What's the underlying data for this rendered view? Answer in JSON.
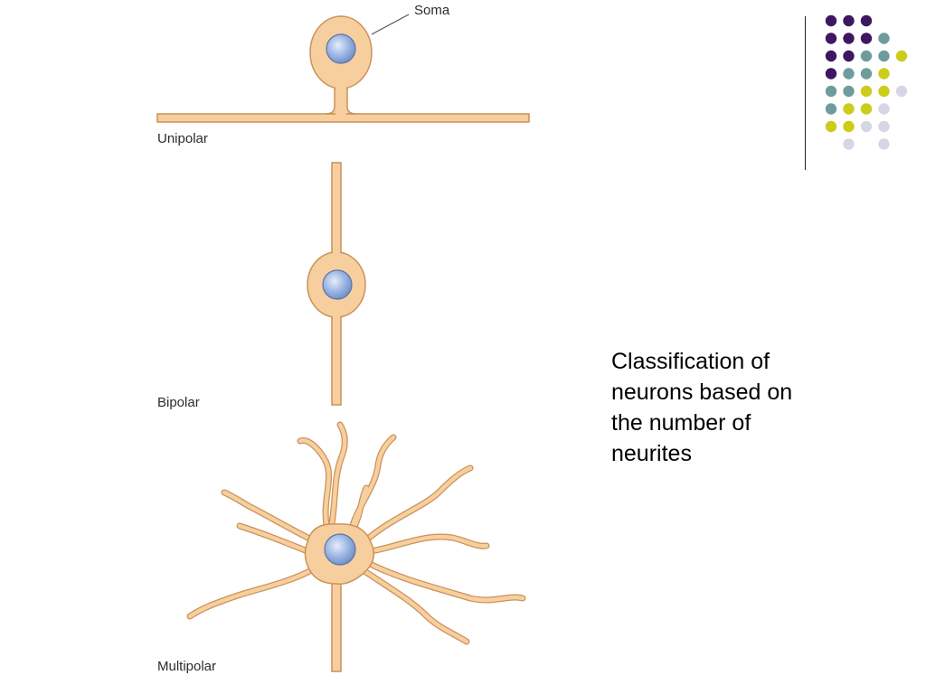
{
  "figure": {
    "labels": {
      "soma": "Soma",
      "unipolar": "Unipolar",
      "bipolar": "Bipolar",
      "multipolar": "Multipolar"
    },
    "colors": {
      "cell_fill": "#F7CF9E",
      "cell_stroke": "#C9925A",
      "nucleus_fill": "#9DB7E4",
      "nucleus_stroke": "#5B73A8",
      "leader_line": "#555555"
    }
  },
  "caption": {
    "lines": [
      "Classification of",
      "neurons based on",
      "the number of",
      "neurites"
    ]
  },
  "decoration": {
    "dot_colors": {
      "purple": "#3D1760",
      "teal": "#6E9C9C",
      "yellow": "#CCCC1A",
      "lavender": "#D6D6E6"
    },
    "dot_rows": [
      [
        "purple",
        "purple",
        "purple",
        "",
        "",
        ""
      ],
      [
        "purple",
        "purple",
        "purple",
        "teal",
        "",
        ""
      ],
      [
        "purple",
        "purple",
        "teal",
        "teal",
        "yellow",
        ""
      ],
      [
        "purple",
        "teal",
        "teal",
        "yellow",
        "",
        ""
      ],
      [
        "teal",
        "teal",
        "yellow",
        "yellow",
        "lavender",
        ""
      ],
      [
        "teal",
        "yellow",
        "yellow",
        "lavender",
        "",
        ""
      ],
      [
        "yellow",
        "yellow",
        "lavender",
        "lavender",
        "",
        ""
      ],
      [
        "",
        "lavender",
        "",
        "lavender",
        "",
        ""
      ]
    ]
  }
}
